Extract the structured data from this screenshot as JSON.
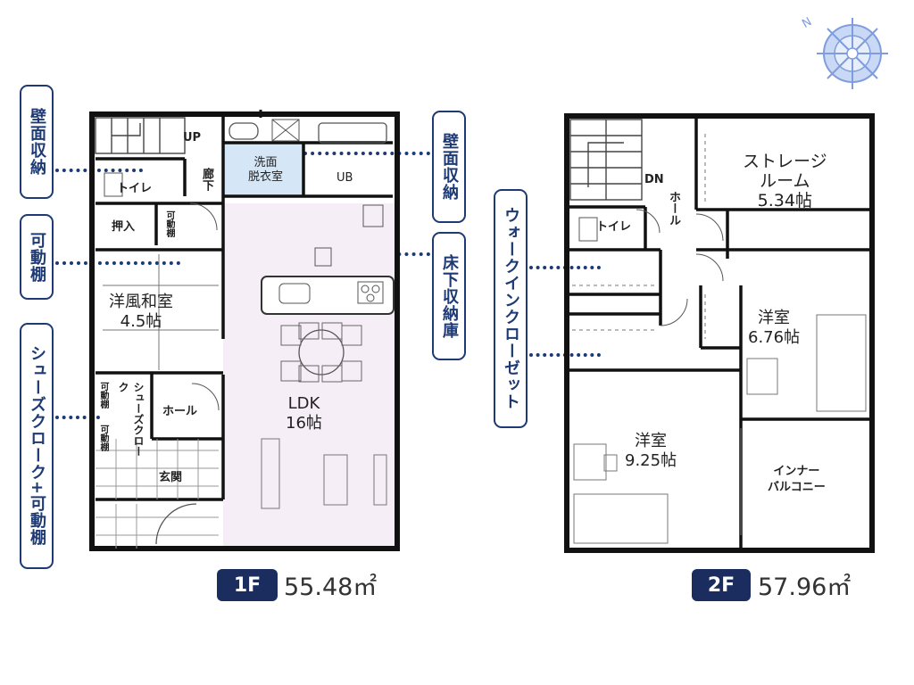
{
  "callouts": {
    "wall_storage_left": "壁面収納",
    "movable_shelf": "可動棚",
    "shoe_closet": "シューズクローク+可動棚",
    "wall_storage_right": "壁面収納",
    "underfloor_storage": "床下収納庫",
    "walk_in_closet": "ウォークインクローゼット"
  },
  "floor1": {
    "up": "UP",
    "toilet": "トイレ",
    "corridor": "廊下",
    "washroom": "洗面\n脱衣室",
    "ub": "UB",
    "closet": "押入",
    "movable_shelf_small": "可動棚",
    "japanese_room": "洋風和室\n4.5帖",
    "movable_shelf_shoe": "可動棚",
    "movable_shelf_shoe2": "可動棚",
    "shoe_closet_room": "シューズクローク",
    "hall": "ホール",
    "entrance": "玄関",
    "ldk": "LDK\n16帖",
    "badge": "1F",
    "area": "55.48㎡"
  },
  "floor2": {
    "dn": "DN",
    "hall": "ホール",
    "toilet": "トイレ",
    "storage_room": "ストレージ\nルーム\n5.34帖",
    "western_room_a": "洋室\n6.76帖",
    "western_room_b": "洋室\n9.25帖",
    "inner_balcony": "インナー\nバルコニー",
    "badge": "2F",
    "area": "57.96㎡"
  },
  "compass": {
    "label": "N"
  }
}
